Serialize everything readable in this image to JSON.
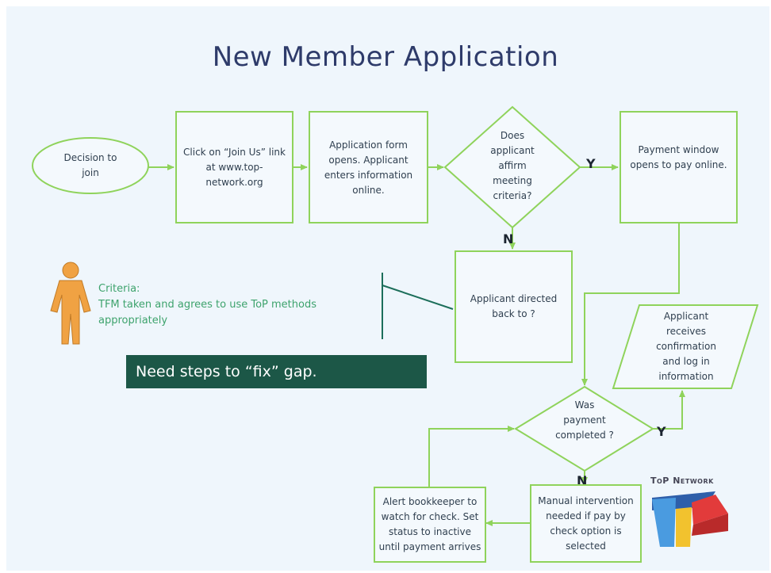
{
  "title": "New Member Application",
  "nodes": {
    "start": "Decision to join",
    "join_link": "Click on “Join Us” link at www.top-network.org",
    "app_form": "Application form opens.  Applicant enters information online.",
    "decision_criteria": "Does applicant affirm meeting criteria?",
    "payment_window": "Payment window opens to pay online.",
    "directed_back": "Applicant directed back to ?",
    "confirmation": "Applicant receives confirmation and log in information",
    "decision_payment": "Was payment completed ?",
    "manual": "Manual intervention needed if pay by check option is selected",
    "alert": "Alert bookkeeper to watch for check.  Set status to inactive until payment arrives"
  },
  "edge_labels": {
    "criteria_yes": "Y",
    "criteria_no": "N",
    "payment_yes": "Y",
    "payment_no": "N"
  },
  "callout": {
    "heading": "Criteria:",
    "text": "TFM taken and agrees  to use ToP methods appropriately"
  },
  "banner": "Need  steps to “fix” gap.",
  "logo": {
    "text": "ToP Network",
    "colors": [
      "#4a9be0",
      "#e23b3b",
      "#f2c22e",
      "#2e5faa"
    ]
  },
  "colors": {
    "connector": "#8fd35b",
    "shape_border": "#8fd35b",
    "title": "#2e3b6a",
    "banner_bg": "#1c5747",
    "person": "#f0a243"
  }
}
